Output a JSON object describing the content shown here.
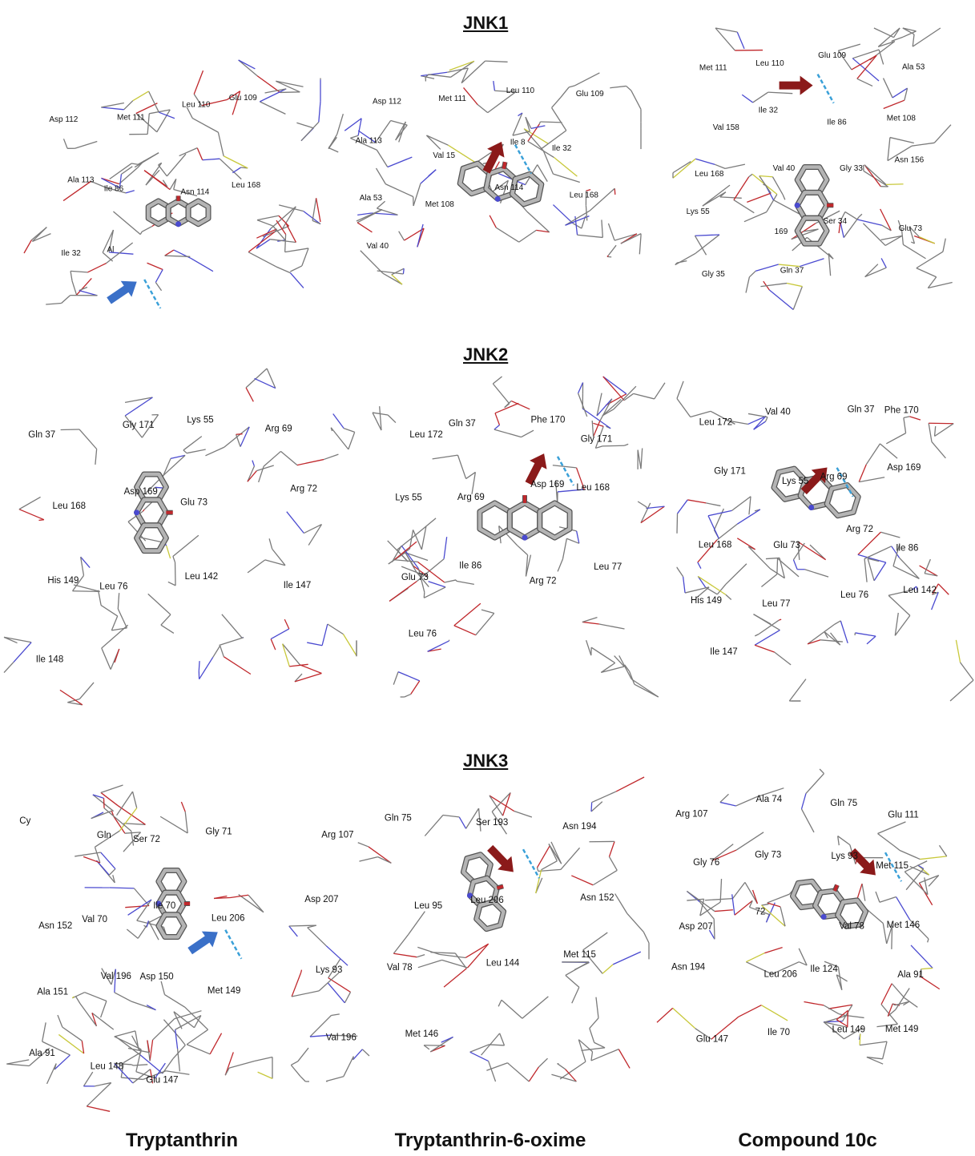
{
  "sections": [
    {
      "title": "JNK1",
      "panels": [
        {
          "residues": [
            "Asp 112",
            "Met 111",
            "Leu 110",
            "Glu 109",
            "Ala 113",
            "Ile 86",
            "Asn 114",
            "Leu 168",
            "Ile 32",
            "Al"
          ]
        },
        {
          "residues": [
            "Asp 112",
            "Met 111",
            "Leu 110",
            "Glu 109",
            "Ala 113",
            "Val 15",
            "Ile 8",
            "Ile 32",
            "Ala 53",
            "Met 108",
            "Asn 114",
            "Leu 168",
            "Val 40"
          ]
        },
        {
          "residues": [
            "Met 111",
            "Leu 110",
            "Glu 109",
            "Ala 53",
            "Val 158",
            "Ile 32",
            "Ile 86",
            "Met 108",
            "Leu 168",
            "Val 40",
            "Gly 33",
            "Asn 156",
            "Lys 55",
            "169",
            "Ser 34",
            "Glu 73",
            "Gly 35",
            "Gln 37"
          ]
        }
      ]
    },
    {
      "title": "JNK2",
      "panels": [
        {
          "residues": [
            "Gln 37",
            "Gly 171",
            "Lys 55",
            "Arg 69",
            "Leu 168",
            "Asp 169",
            "Glu 73",
            "Arg 72",
            "His 149",
            "Leu 76",
            "Leu 142",
            "Ile 147",
            "Ile 148"
          ]
        },
        {
          "residues": [
            "Leu 172",
            "Gln 37",
            "Phe 170",
            "Gly 171",
            "Lys 55",
            "Arg 69",
            "Asp 169",
            "Leu 168",
            "Glu 73",
            "Ile 86",
            "Arg 72",
            "Leu 77",
            "Leu 76"
          ]
        },
        {
          "residues": [
            "Leu 172",
            "Val 40",
            "Gln 37",
            "Phe 170",
            "Gly 171",
            "Lys 55",
            "Arg 69",
            "Asp 169",
            "Leu 168",
            "Glu 73",
            "Arg 72",
            "Ile 86",
            "His 149",
            "Leu 77",
            "Leu 76",
            "Leu 142",
            "Ile 147"
          ]
        }
      ]
    },
    {
      "title": "JNK3",
      "panels": [
        {
          "residues": [
            "Cy",
            "Gln",
            "Ser 72",
            "Gly 71",
            "Asn 152",
            "Val 70",
            "Ile 70",
            "Leu 206",
            "Ala 151",
            "Val 196",
            "Asp 150",
            "Met 149",
            "Ala 91",
            "Leu 148",
            "Glu 147"
          ]
        },
        {
          "residues": [
            "Arg 107",
            "Gln 75",
            "Ser 193",
            "Asn 194",
            "Asp 207",
            "Leu 95",
            "Leu 206",
            "Asn 152",
            "Lys 93",
            "Val 78",
            "Leu 144",
            "Met 115",
            "Val 196",
            "Met 146"
          ]
        },
        {
          "residues": [
            "Arg 107",
            "Ala 74",
            "Gln 75",
            "Glu 111",
            "Gly 76",
            "Gly 73",
            "Lys 93",
            "Met 115",
            "Asp 207",
            "72",
            "Val 78",
            "Met 146",
            "Asn 194",
            "Leu 206",
            "Ile 124",
            "Ala 91",
            "Glu 147",
            "Ile 70",
            "Leu 149",
            "Met 149"
          ]
        }
      ]
    }
  ],
  "column_labels": [
    "Tryptanthrin",
    "Tryptanthrin-6-oxime",
    "Compound 10c"
  ],
  "colors": {
    "carbon": "#7a7a7a",
    "nitrogen": "#4a4ad0",
    "oxygen": "#c0282c",
    "sulfur": "#c8c83a",
    "ligand": "#b4b4b4",
    "hbond": "#3aa0d8",
    "arrow_red": "#8b1a1a",
    "arrow_blue": "#3a70c8"
  }
}
